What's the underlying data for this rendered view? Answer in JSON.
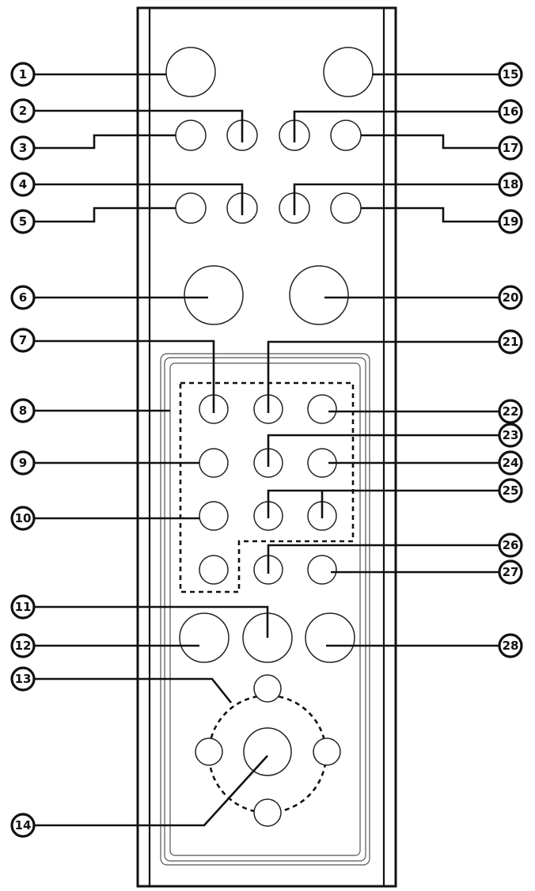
{
  "callouts": [
    {
      "label": "1",
      "button": "b-l1"
    },
    {
      "label": "2",
      "button": "b-r2c2"
    },
    {
      "label": "3",
      "button": "b-r2c1"
    },
    {
      "label": "4",
      "button": "b-r3c2"
    },
    {
      "label": "5",
      "button": "b-r3c1"
    },
    {
      "label": "6",
      "button": "b-big-l"
    },
    {
      "label": "7",
      "button": "b-k11"
    },
    {
      "label": "8",
      "button": "dash-region"
    },
    {
      "label": "9",
      "button": "b-k21"
    },
    {
      "label": "10",
      "button": "b-k31"
    },
    {
      "label": "11",
      "button": "b-m2"
    },
    {
      "label": "12",
      "button": "b-m1"
    },
    {
      "label": "13",
      "button": "nav-ring"
    },
    {
      "label": "14",
      "button": "b-ok"
    },
    {
      "label": "15",
      "button": "b-r1"
    },
    {
      "label": "16",
      "button": "b-r2c3"
    },
    {
      "label": "17",
      "button": "b-r2c4"
    },
    {
      "label": "18",
      "button": "b-r3c3"
    },
    {
      "label": "19",
      "button": "b-r3c4"
    },
    {
      "label": "20",
      "button": "b-big-r"
    },
    {
      "label": "21",
      "button": "b-k12"
    },
    {
      "label": "22",
      "button": "b-k13"
    },
    {
      "label": "23",
      "button": "b-k22"
    },
    {
      "label": "24",
      "button": "b-k23"
    },
    {
      "label": "25",
      "button": "b-k32-k33"
    },
    {
      "label": "26",
      "button": "b-k42"
    },
    {
      "label": "27",
      "button": "b-k43"
    },
    {
      "label": "28",
      "button": "b-m3"
    }
  ]
}
